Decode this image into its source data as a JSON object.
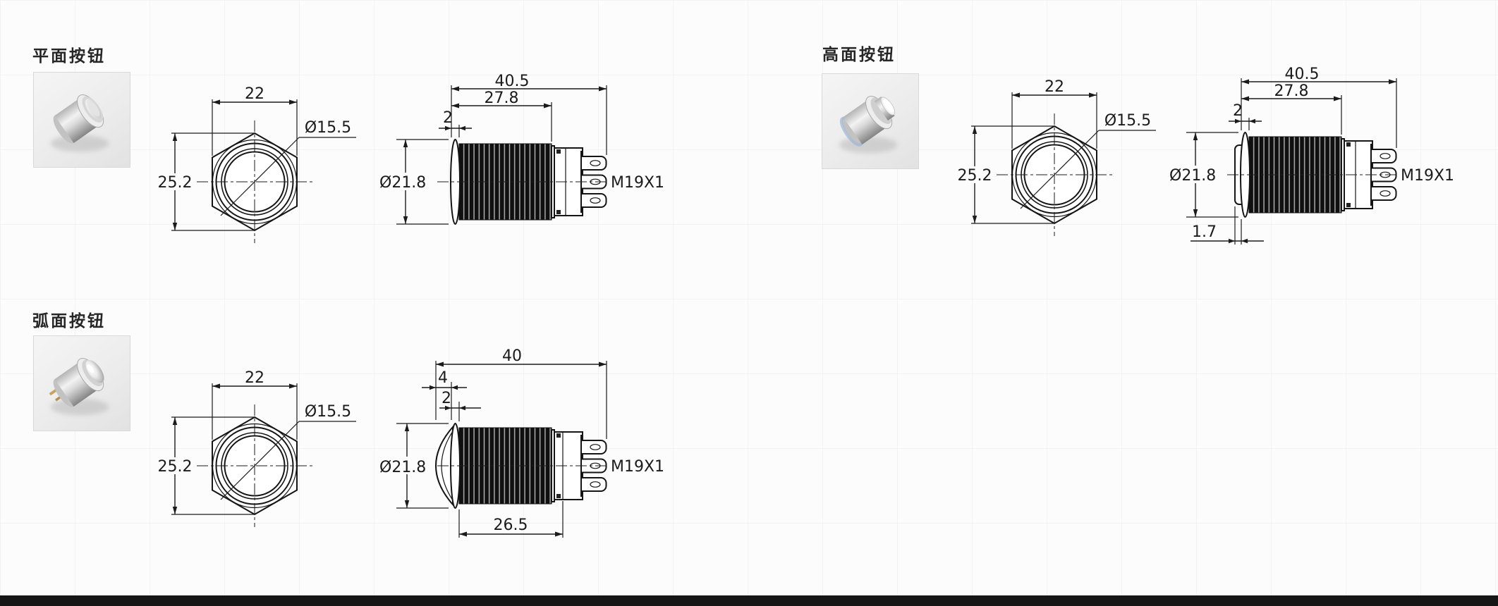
{
  "page": {
    "background_color": "#fcfcfc",
    "grid_color": "#f2f2f2",
    "bottom_bar_color": "#161616"
  },
  "drawing_style": {
    "line_color": "#1b1b1b",
    "text_color": "#1b1b1b",
    "thread_fill": "#101010"
  },
  "sections": [
    {
      "id": "flat-button",
      "title": "平面按钮",
      "front_view": {
        "width": "22",
        "height": "25.2",
        "button_dia": "Ø15.5"
      },
      "side_view": {
        "total_len": "40.5",
        "thread_len": "27.8",
        "bezel_thk": "2",
        "flange_dia": "Ø21.8",
        "thread_spec": "M19X1"
      }
    },
    {
      "id": "high-button",
      "title": "高面按钮",
      "front_view": {
        "width": "22",
        "height": "25.2",
        "button_dia": "Ø15.5"
      },
      "side_view": {
        "total_len": "40.5",
        "thread_len": "27.8",
        "bezel_thk": "2",
        "flange_dia": "Ø21.8",
        "thread_spec": "M19X1",
        "protrusion": "1.7"
      }
    },
    {
      "id": "domed-button",
      "title": "弧面按钮",
      "front_view": {
        "width": "22",
        "height": "25.2",
        "button_dia": "Ø15.5"
      },
      "side_view": {
        "total_len": "40",
        "dome_height": "4",
        "bezel_thk": "2",
        "flange_dia": "Ø21.8",
        "thread_spec": "M19X1",
        "base_len": "26.5"
      }
    }
  ]
}
